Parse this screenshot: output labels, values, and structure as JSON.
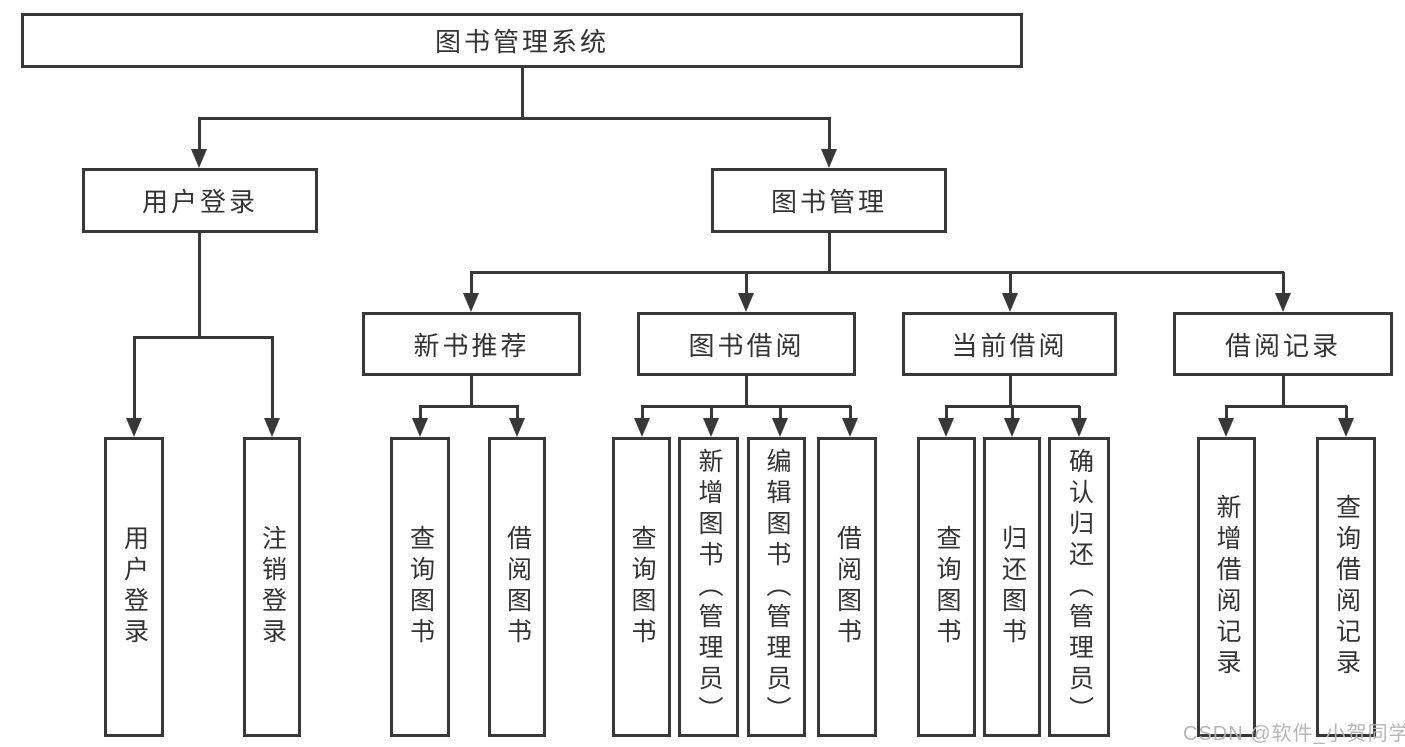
{
  "diagram": {
    "title": "图书管理系统",
    "root": "图书管理系统",
    "level2": {
      "user_login": "用户登录",
      "book_management": "图书管理"
    },
    "level3": {
      "new_book_recommend": "新书推荐",
      "book_borrow": "图书借阅",
      "current_borrow": "当前借阅",
      "borrow_record": "借阅记录"
    },
    "leaves": {
      "user_login": [
        "用户登录",
        "注销登录"
      ],
      "new_book_recommend": [
        "查询图书",
        "借阅图书"
      ],
      "book_borrow": [
        "查询图书",
        "新增图书（管理员）",
        "编辑图书（管理员）",
        "借阅图书"
      ],
      "current_borrow": [
        "查询图书",
        "归还图书",
        "确认归还（管理员）"
      ],
      "borrow_record": [
        "新增借阅记录",
        "查询借阅记录"
      ]
    }
  },
  "watermark": {
    "text": "CSDN @软件_小贺同学",
    "color": "#b3b3b3"
  },
  "colors": {
    "line": "#383838",
    "text": "#333333",
    "background": "#ffffff"
  }
}
